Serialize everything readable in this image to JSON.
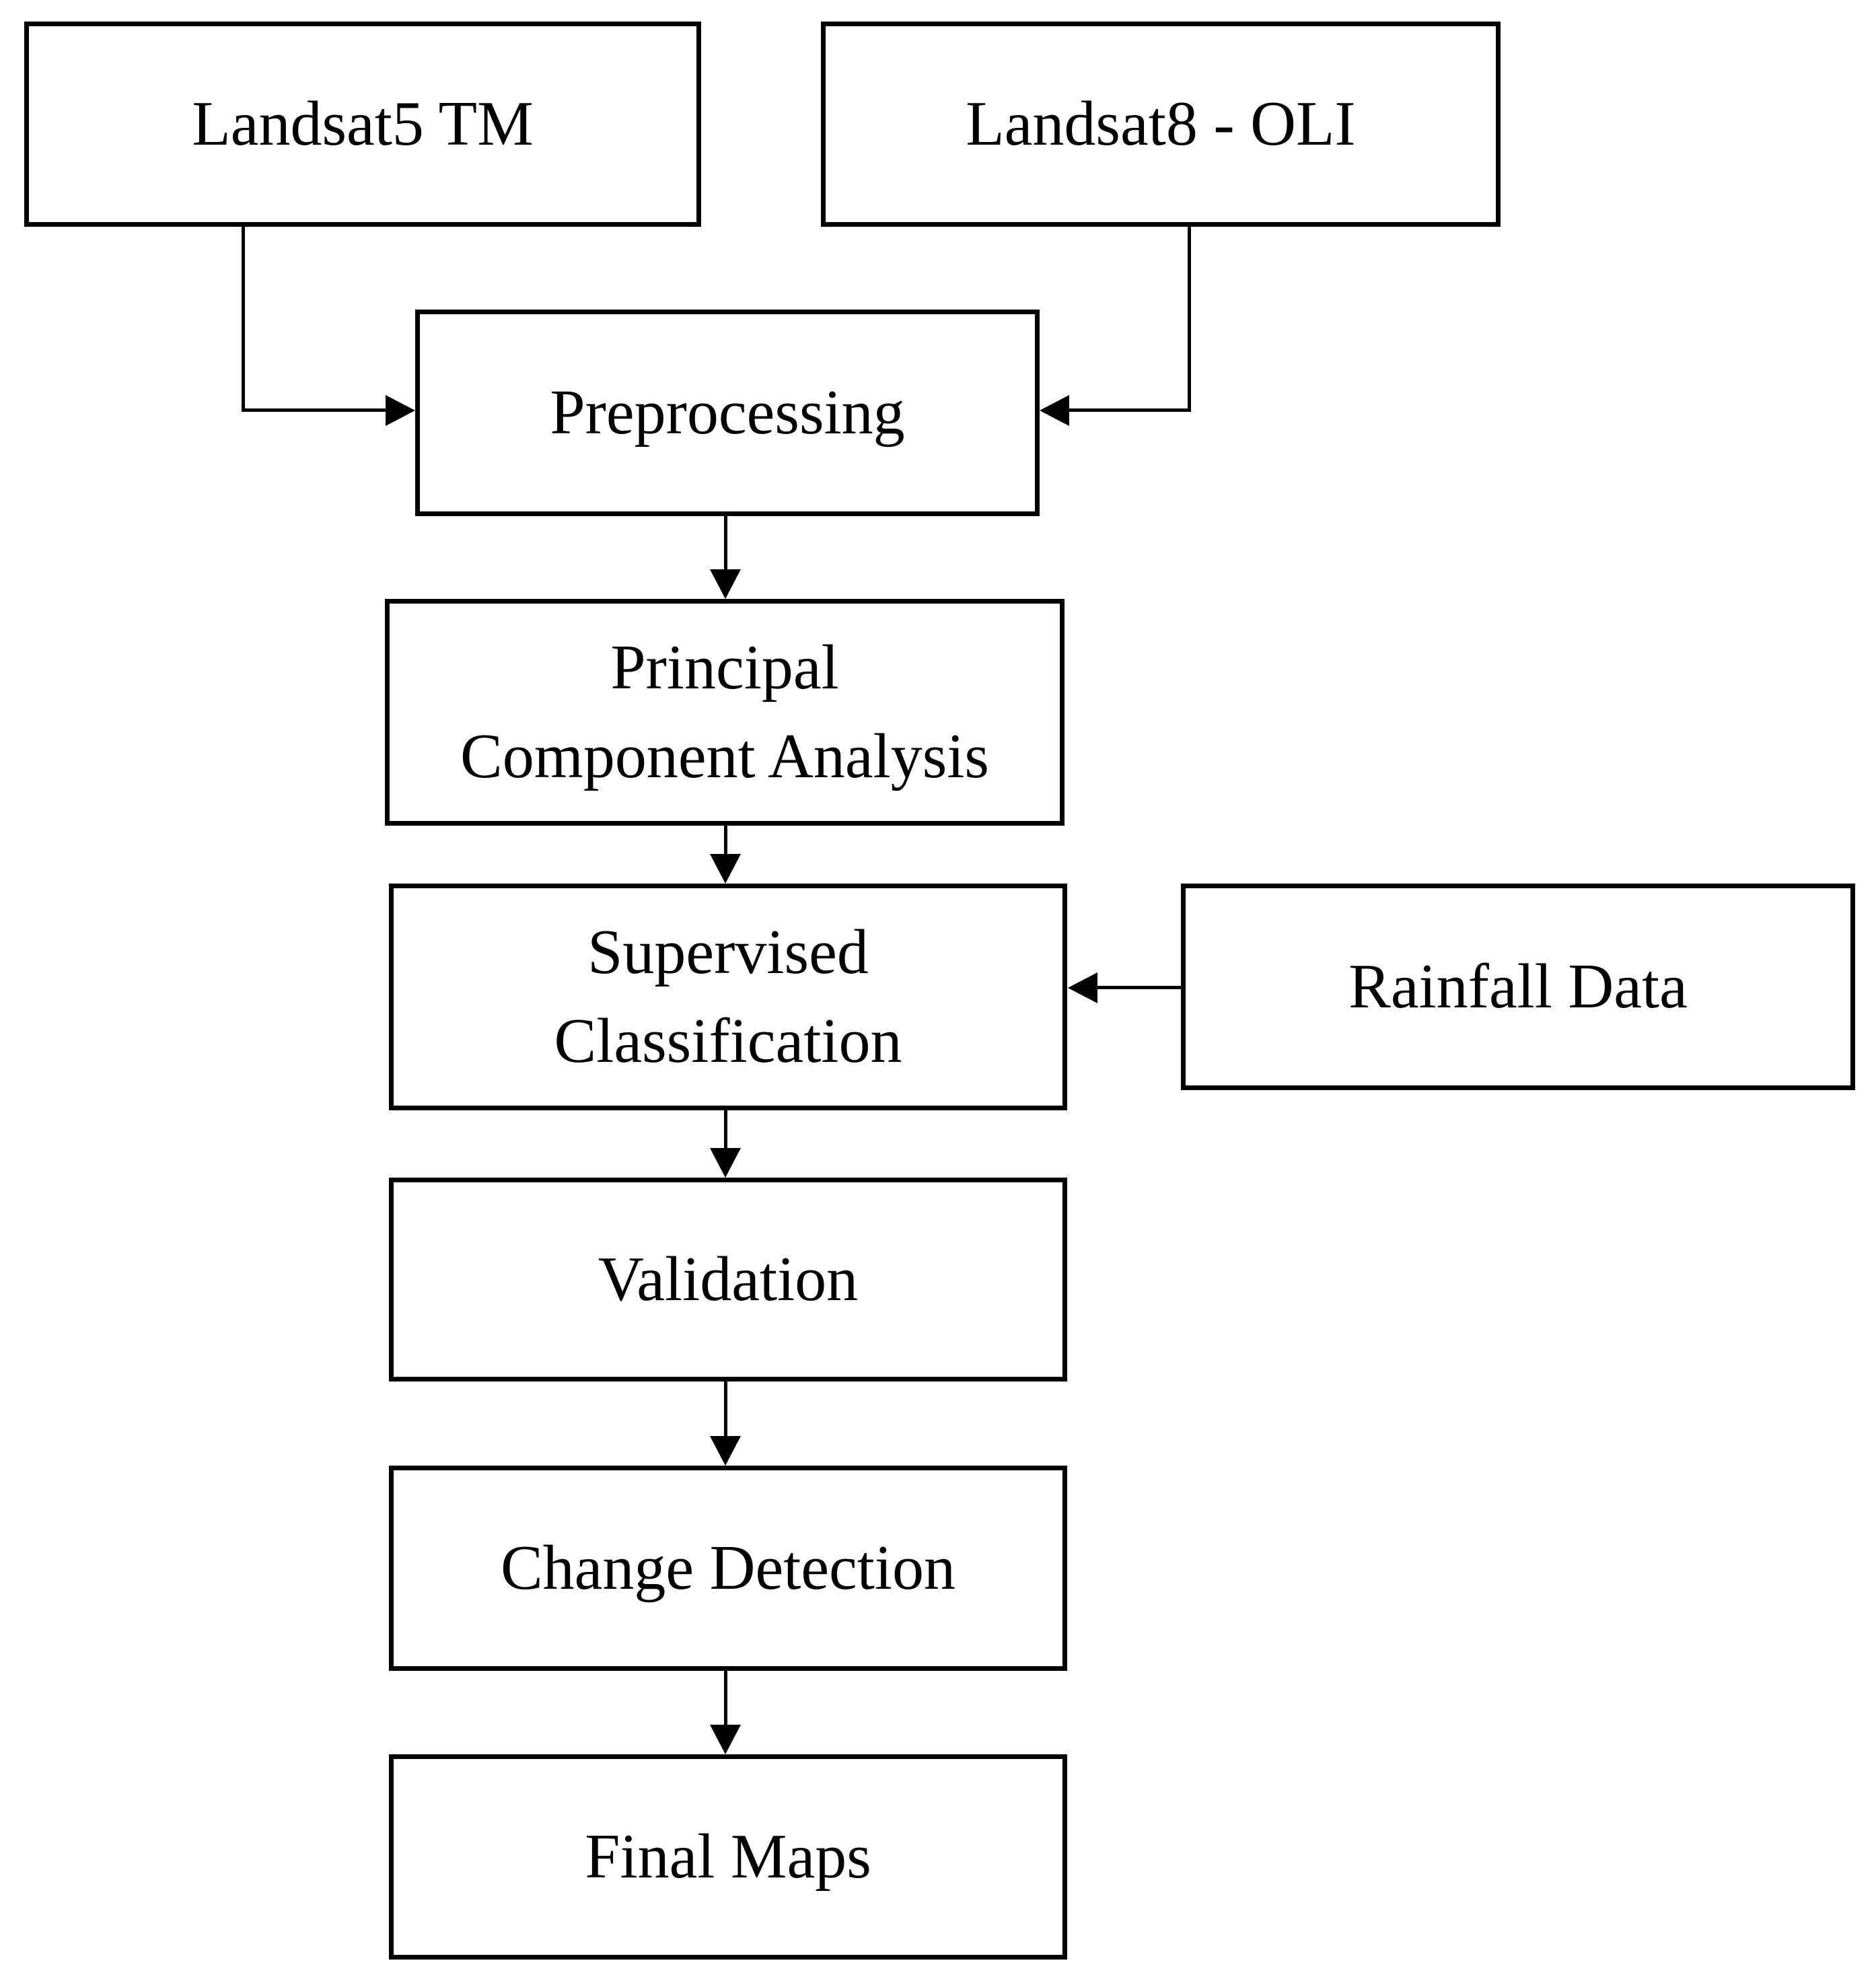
{
  "diagram": {
    "type": "flowchart",
    "colors": {
      "background": "#ffffff",
      "box_fill": "#ffffff",
      "line": "#000000",
      "text": "#000000"
    },
    "nodes": {
      "landsat5": {
        "label": "Landsat5 TM"
      },
      "landsat8": {
        "label": "Landsat8 - OLI"
      },
      "preprocessing": {
        "label": "Preprocessing"
      },
      "pca": {
        "label": "Principal\nComponent Analysis"
      },
      "supervised": {
        "label": "Supervised\nClassification"
      },
      "rainfall": {
        "label": "Rainfall Data"
      },
      "validation": {
        "label": "Validation"
      },
      "change_detection": {
        "label": "Change Detection"
      },
      "final_maps": {
        "label": "Final Maps"
      }
    },
    "edges": [
      {
        "from": "landsat5",
        "to": "preprocessing"
      },
      {
        "from": "landsat8",
        "to": "preprocessing"
      },
      {
        "from": "preprocessing",
        "to": "pca"
      },
      {
        "from": "pca",
        "to": "supervised"
      },
      {
        "from": "rainfall",
        "to": "supervised"
      },
      {
        "from": "supervised",
        "to": "validation"
      },
      {
        "from": "validation",
        "to": "change_detection"
      },
      {
        "from": "change_detection",
        "to": "final_maps"
      }
    ]
  }
}
